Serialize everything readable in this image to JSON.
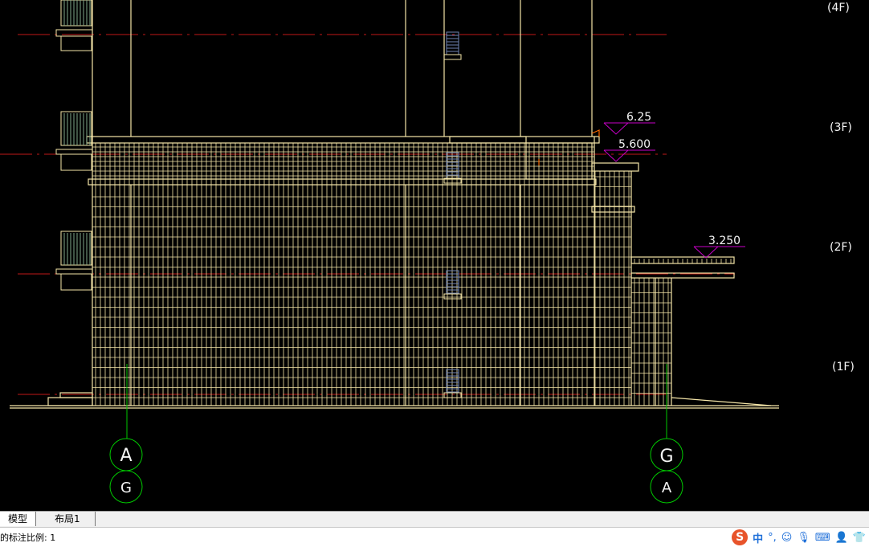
{
  "drawing": {
    "floor_labels": [
      "(4F)",
      "(3F)",
      "(2F)",
      "(1F)"
    ],
    "elevations": [
      "6.25",
      "5.600",
      "3.250"
    ],
    "axis_bubbles_left": [
      "A",
      "G"
    ],
    "axis_bubbles_right": [
      "G",
      "A"
    ]
  },
  "tabs": {
    "model": "模型",
    "layout1": "布局1"
  },
  "command_line": {
    "text": "的标注比例: 1"
  },
  "ime_tray": {
    "logo": "S",
    "mode": "中",
    "punct": "°,",
    "icons": [
      "emoji-icon",
      "microphone-icon",
      "keyboard-icon",
      "user-icon",
      "shirt-icon"
    ]
  },
  "colors": {
    "background": "#000000",
    "facade_lines": "#f5e6a8",
    "axis_lines": "#00c800",
    "datum_lines": "#c01818",
    "elevation_markers": "#c800c8",
    "window": "#6f84b4"
  }
}
